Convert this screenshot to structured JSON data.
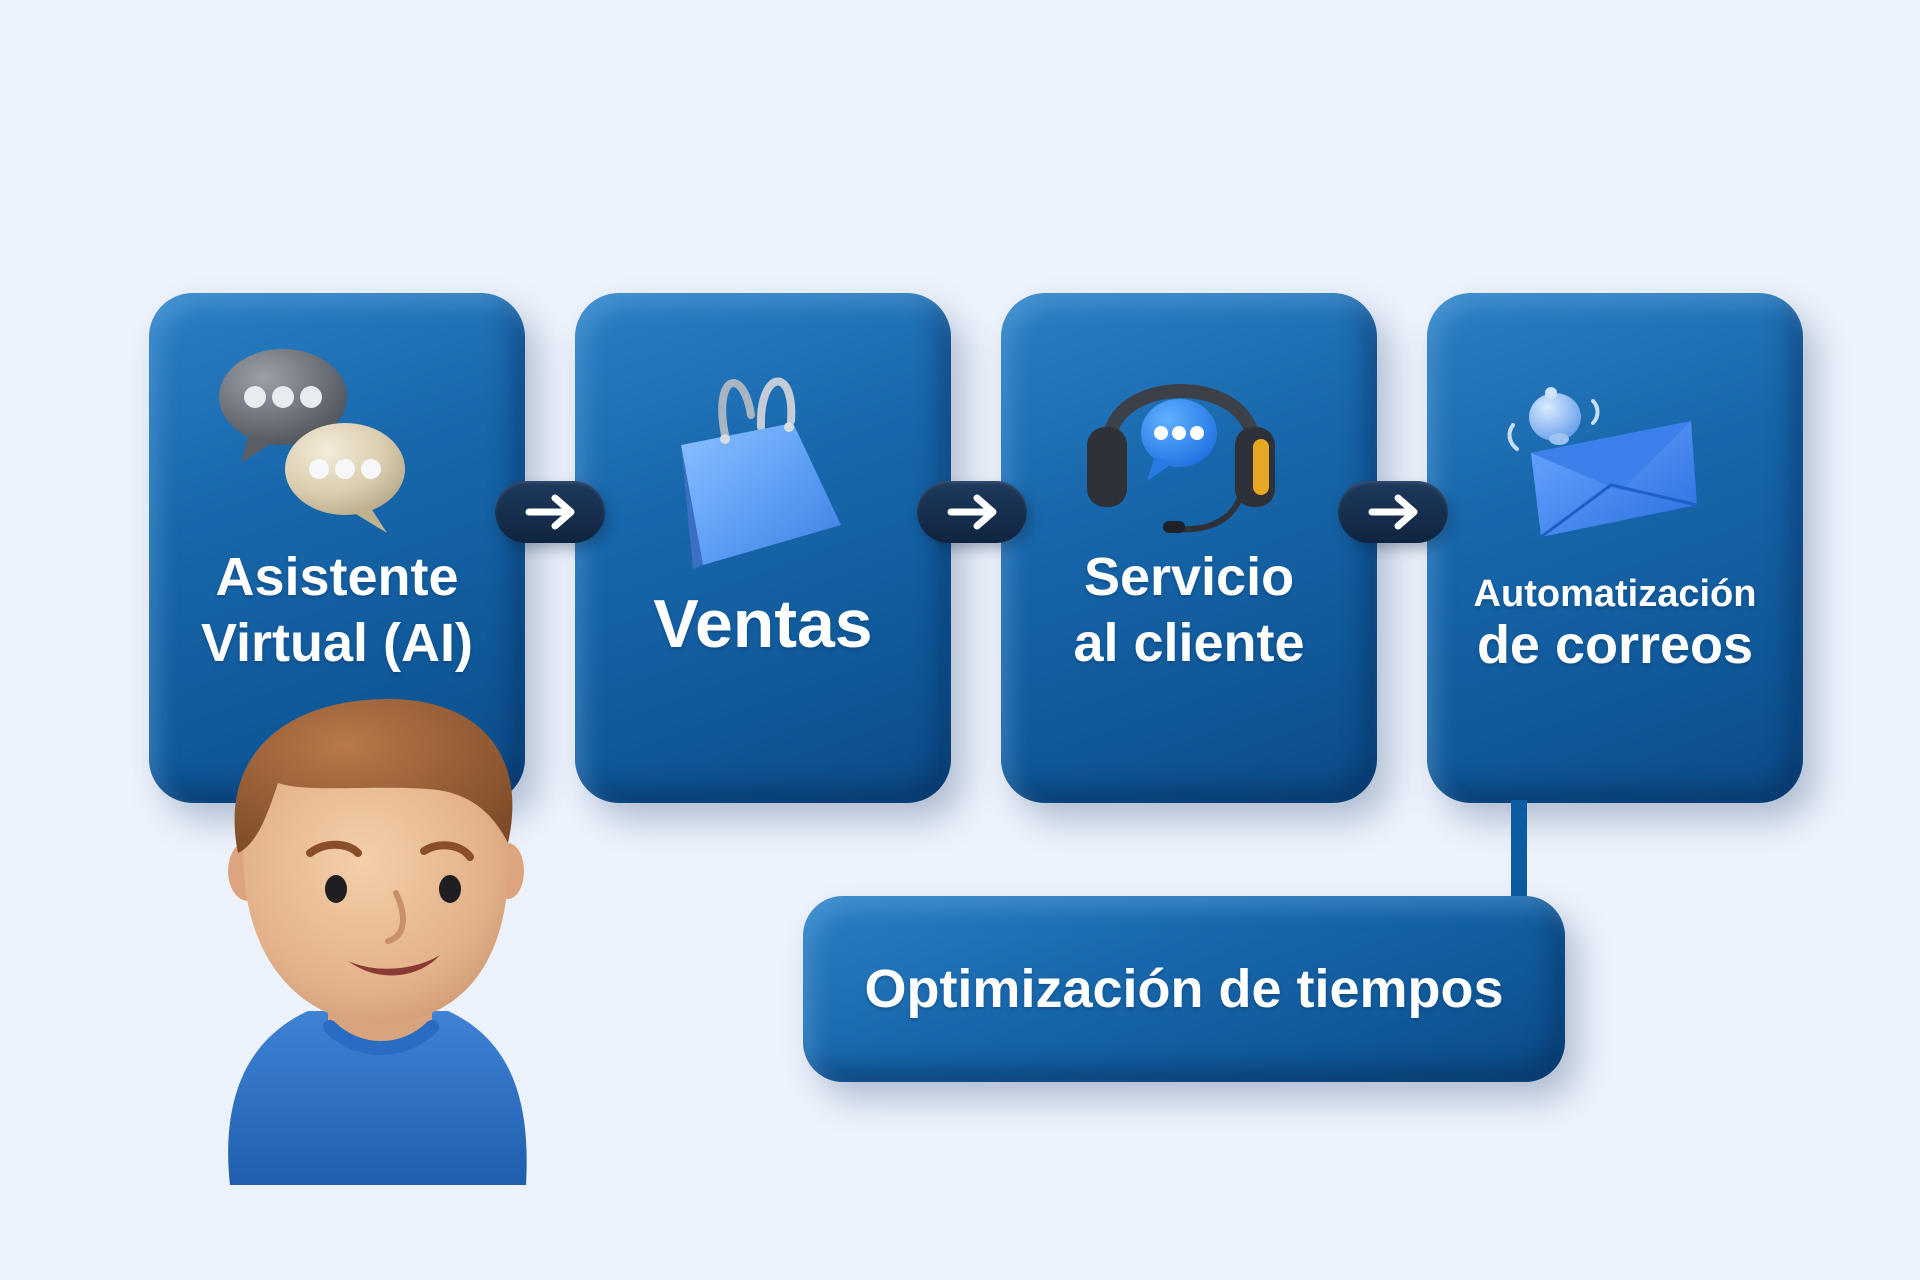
{
  "steps": [
    {
      "label": "Asistente\nVirtual (AI)",
      "icon": "chat-bubbles-icon"
    },
    {
      "label": "Ventas",
      "icon": "shopping-bag-icon"
    },
    {
      "label": "Servicio\nal cliente",
      "icon": "headset-icon"
    },
    {
      "label_small": "Automatización",
      "label": "de correos",
      "icon": "email-bell-icon"
    }
  ],
  "arrows": [
    "arrow-right-icon",
    "arrow-right-icon",
    "arrow-right-icon"
  ],
  "result": {
    "label": "Optimización de tiempos"
  },
  "figure": "person-avatar",
  "colors": {
    "background": "#edf3fc",
    "card": "#1867ac",
    "card_dark": "#0c4a86",
    "arrow_pill": "#0f2440",
    "text": "#ffffff"
  }
}
